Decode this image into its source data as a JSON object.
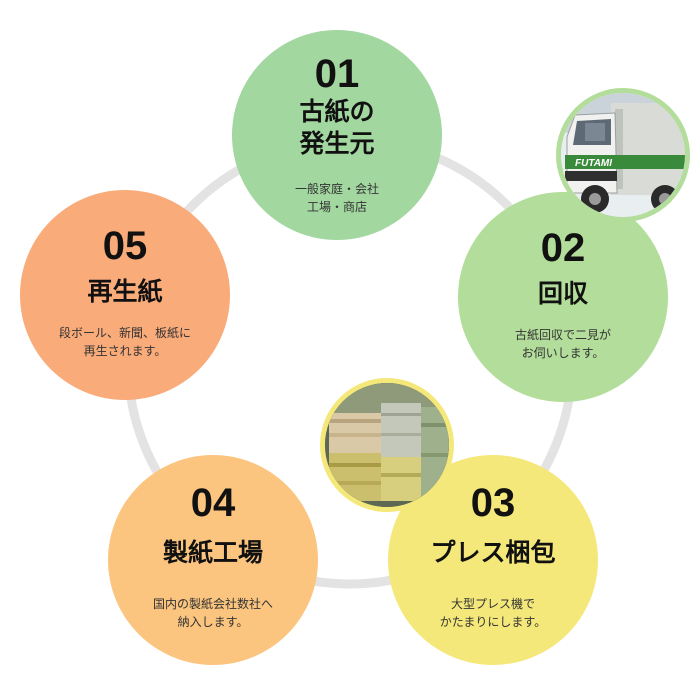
{
  "steps": [
    {
      "number": "01",
      "title_lines": [
        "古紙の",
        "発生元"
      ],
      "desc_lines": [
        "一般家庭・会社",
        "工場・商店"
      ],
      "color": "#a3d7a0"
    },
    {
      "number": "02",
      "title_lines": [
        "回収"
      ],
      "desc_lines": [
        "古紙回収で二見が",
        "お伺いします。"
      ],
      "color": "#b3dd9a"
    },
    {
      "number": "03",
      "title_lines": [
        "プレス梱包"
      ],
      "desc_lines": [
        "大型プレス機で",
        "かたまりにします。"
      ],
      "color": "#f5e87a"
    },
    {
      "number": "04",
      "title_lines": [
        "製紙工場"
      ],
      "desc_lines": [
        "国内の製紙会社数社へ",
        "納入します。"
      ],
      "color": "#fbc57f"
    },
    {
      "number": "05",
      "title_lines": [
        "再生紙"
      ],
      "desc_lines": [
        "段ボール、新聞、板紙に",
        "再生されます。"
      ],
      "color": "#f9ab7a"
    }
  ],
  "truck_photo": {
    "logo_text": "FUTAMI"
  },
  "ring_color": "#e3e3e3"
}
